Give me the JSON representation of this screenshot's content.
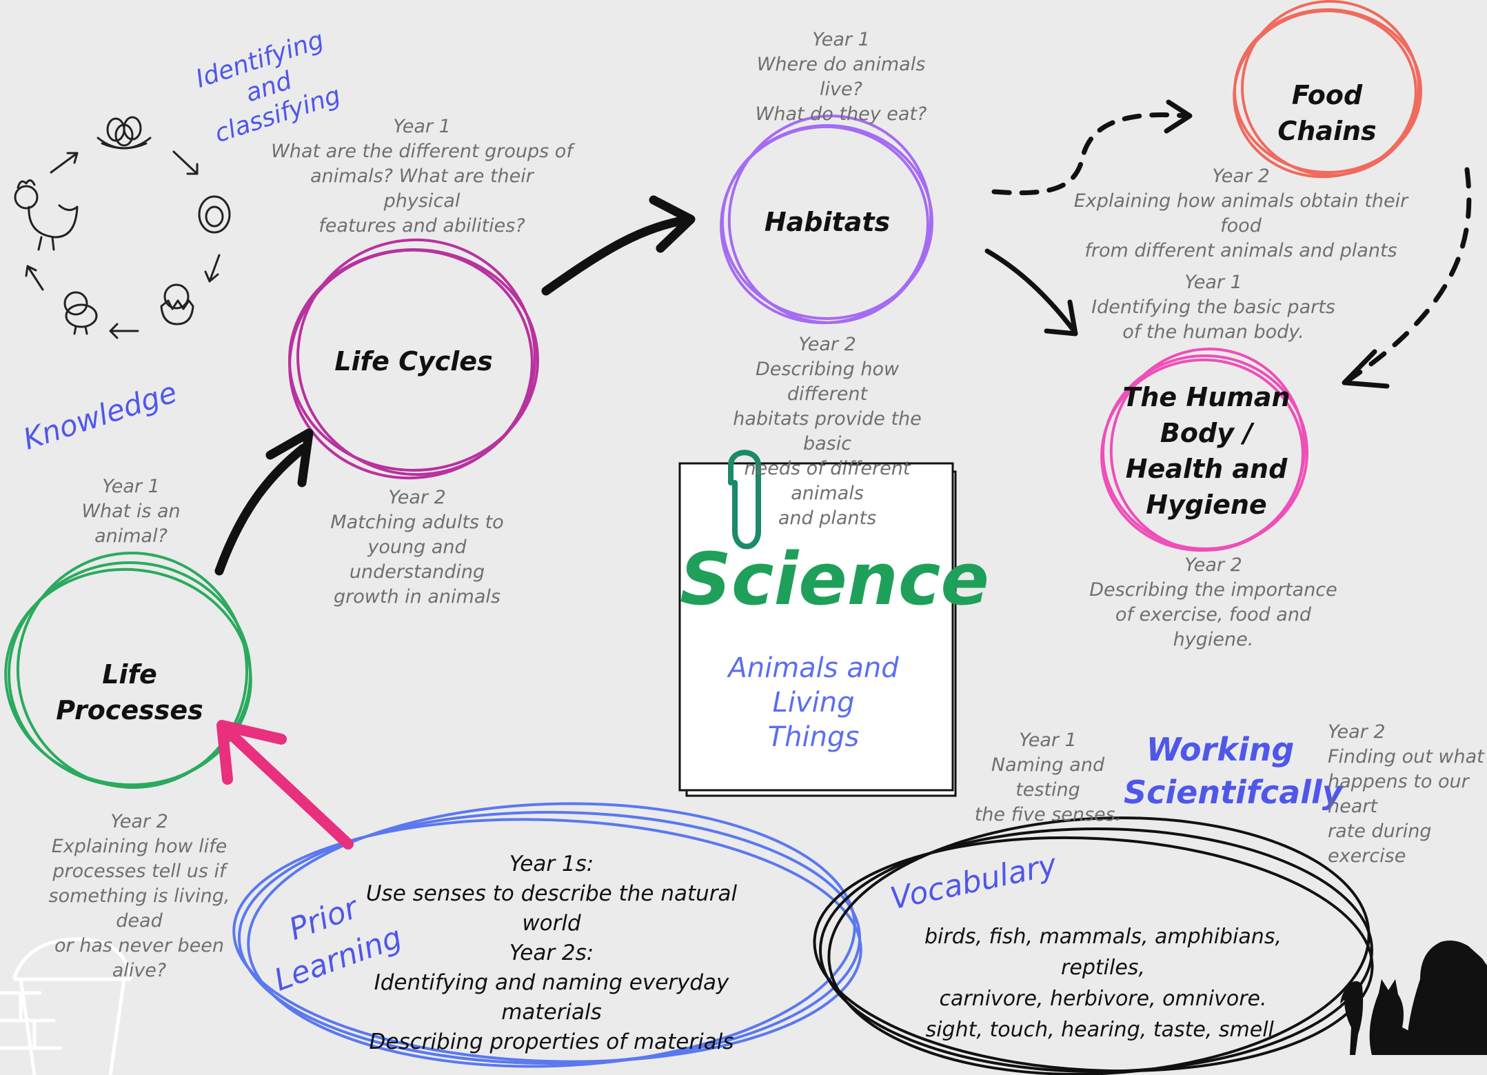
{
  "colors": {
    "background": "#ebebeb",
    "life_processes": "#2aaa5e",
    "life_cycles": "#b8329e",
    "habitats": "#a56cf2",
    "food_chains": "#f06a5e",
    "human_body": "#ee4fb8",
    "prior_learning": "#5a78ef",
    "heading_blue": "#4f57ea",
    "science_green": "#1fa05a",
    "pink_arrow": "#e8307f"
  },
  "icons": {
    "life_cycle_diagram": "chicken-life-cycle-icon",
    "animals": "animal-silhouettes-icon",
    "building_blocks": "bucket-and-bricks-icon",
    "paperclip": "paperclip-icon"
  },
  "headings": {
    "identifying": "Identifying and\nclassifying",
    "knowledge": "Knowledge",
    "working": "Working\nScientifcally"
  },
  "nodes": {
    "life_processes": "Life Processes",
    "life_cycles": "Life Cycles",
    "habitats": "Habitats",
    "food_chains": "Food Chains",
    "human_body": "The Human\nBody /\nHealth and\nHygiene"
  },
  "notes": {
    "lp_y1": "Year 1\nWhat is an\nanimal?",
    "lp_y2": "Year 2\nExplaining how life\nprocesses tell us if\nsomething is living, dead\nor has never been\nalive?",
    "lc_y1": "Year 1\nWhat are the different groups of\nanimals? What are their physical\nfeatures and abilities?",
    "lc_y2": "Year 2\nMatching adults to\nyoung and understanding\ngrowth in animals",
    "hab_y1": "Year 1\nWhere do animals live?\nWhat do they eat?",
    "hab_y2": "Year 2\nDescribing how different\nhabitats provide the basic\nneeds of different animals\nand plants",
    "fc_y2": "Year 2\nExplaining how animals obtain their food\nfrom different animals and plants",
    "hb_y1": "Year 1\nIdentifying the basic parts\nof the human body.",
    "hb_y2": "Year 2\nDescribing the importance\nof exercise, food and\nhygiene.",
    "ws_y1": "Year 1\nNaming and testing\nthe five senses.",
    "ws_y2": "Year 2\nFinding out what\nhappens to our heart\nrate during exercise"
  },
  "title_card": {
    "title": "Science",
    "subtitle": "Animals and Living\nThings"
  },
  "prior_learning": {
    "label": "Prior\nLearning",
    "content": "Year 1s:\nUse senses to describe the natural world\nYear 2s:\nIdentifying and naming everyday\nmaterials\nDescribing properties of materials"
  },
  "vocabulary": {
    "label": "Vocabulary",
    "content": "birds, fish, mammals, amphibians, reptiles,\ncarnivore, herbivore, omnivore.\nsight, touch, hearing, taste, smell."
  }
}
